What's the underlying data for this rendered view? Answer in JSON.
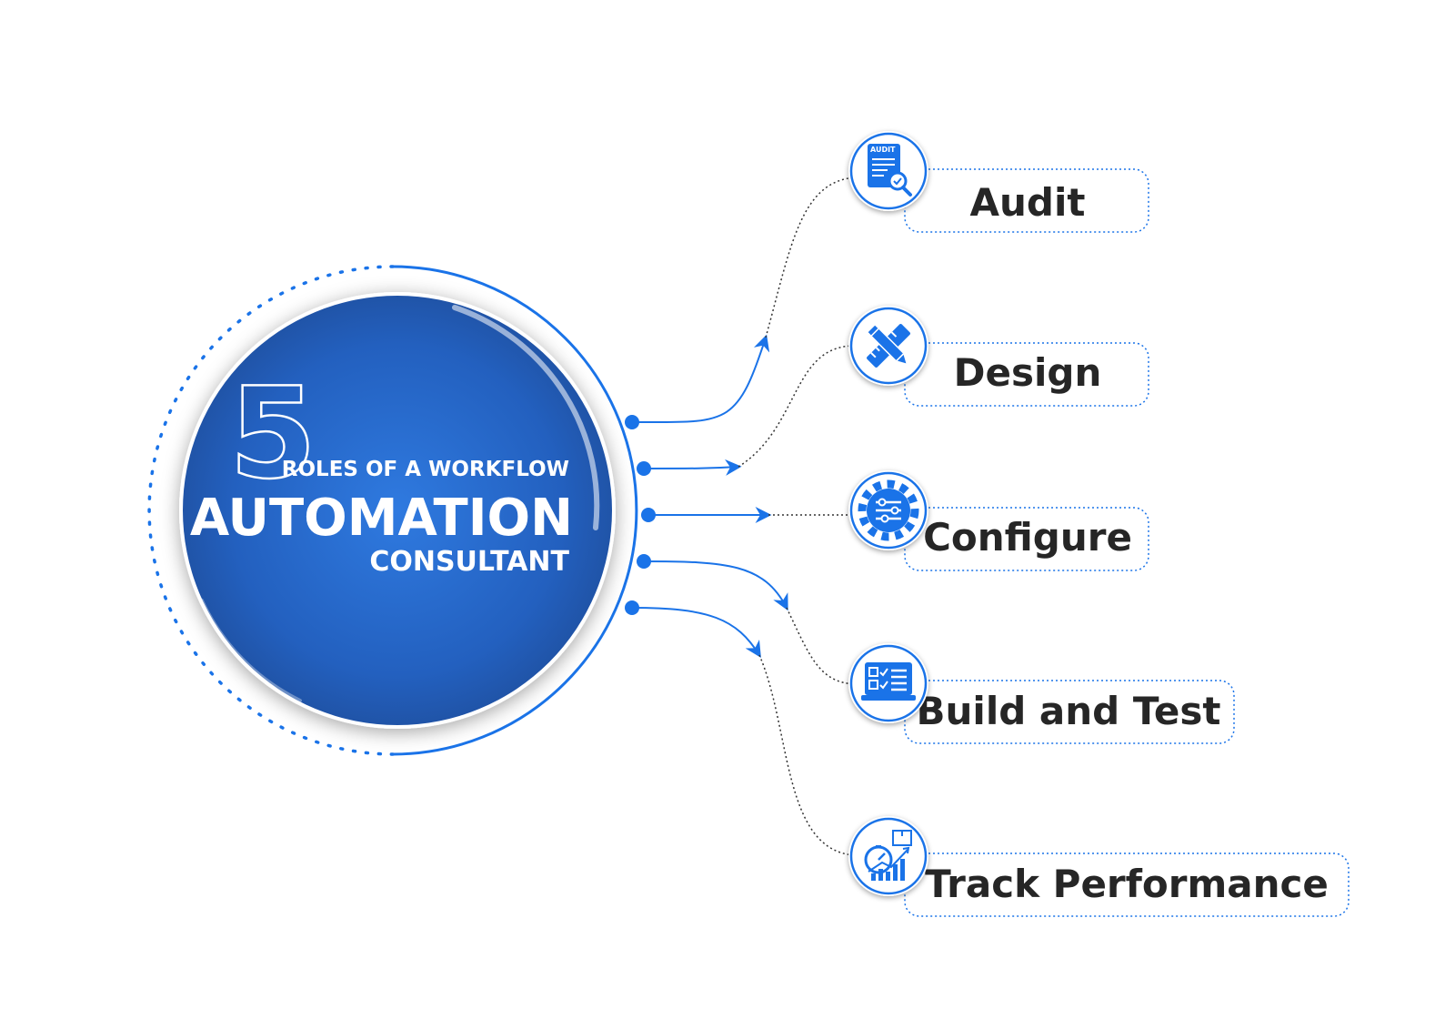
{
  "hub": {
    "number": "5",
    "line1": "ROLES OF A WORKFLOW",
    "line2": "AUTOMATION",
    "line3": "CONSULTANT"
  },
  "roles": [
    {
      "label": "Audit",
      "icon": "audit-document-icon",
      "badge": "AUDIT"
    },
    {
      "label": "Design",
      "icon": "pencil-ruler-icon"
    },
    {
      "label": "Configure",
      "icon": "gear-sliders-icon"
    },
    {
      "label": "Build and Test",
      "icon": "laptop-checklist-icon"
    },
    {
      "label": "Track Performance",
      "icon": "gauge-chart-icon"
    }
  ],
  "colors": {
    "primary": "#1a73e8",
    "hub_dark": "#1f4f9e",
    "hub_light": "#2f7ae0",
    "text": "#262626",
    "connector": "#333333"
  }
}
